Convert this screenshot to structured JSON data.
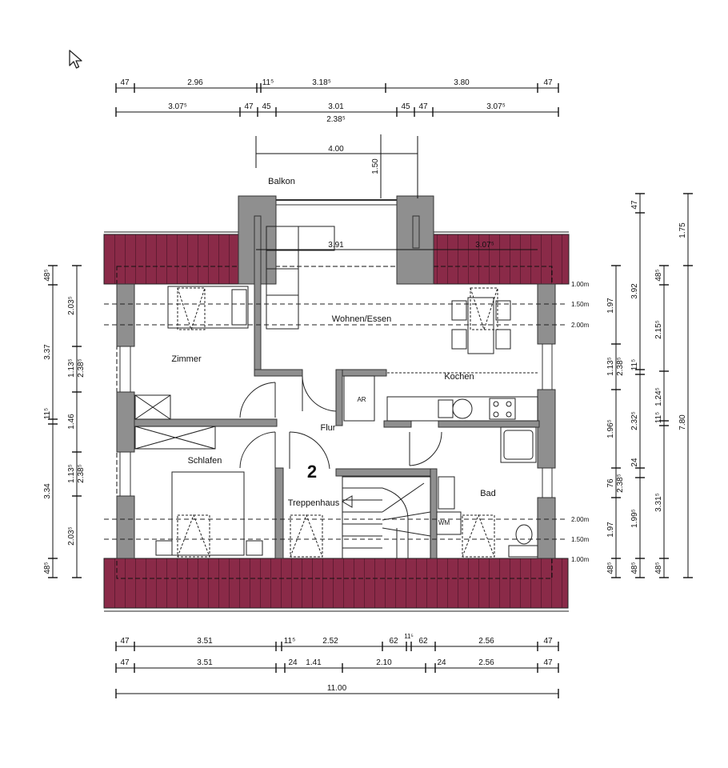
{
  "rooms": {
    "balkon": "Balkon",
    "wohnen": "Wohnen/Essen",
    "zimmer": "Zimmer",
    "kochen": "Kochen",
    "ar": "AR",
    "flur": "Flur",
    "schlafen": "Schlafen",
    "treppenhaus": "Treppenhaus",
    "bad": "Bad",
    "wm": "WM",
    "stair_number": "2"
  },
  "levels": {
    "l1": "1.00m",
    "l2": "1.50m",
    "l3": "2.00m",
    "r1": "2.00m",
    "r2": "1.50m",
    "r3": "1.00m"
  },
  "dims_top": {
    "row1": [
      "47",
      "2.96",
      "11⁵",
      "3.18⁵",
      "3.80",
      "47"
    ],
    "row2": [
      "3.07⁵",
      "47",
      "45",
      "3.01",
      "45",
      "47",
      "3.07⁵"
    ],
    "row2_sub": "2.38⁵",
    "balcony_w": "4.00",
    "balcony_d": "1.50",
    "inner_w": "3.91",
    "inner_r": "3.07⁵"
  },
  "dims_bottom": {
    "row1": [
      "47",
      "3.51",
      "11⁵",
      "2.52",
      "62",
      "11⁵",
      "62",
      "2.56",
      "47"
    ],
    "row2": [
      "47",
      "3.51",
      "24",
      "1.41",
      "2.10",
      "24",
      "2.56",
      "47"
    ],
    "total": "11.00"
  },
  "dims_left": {
    "outer": [
      "48⁵",
      "3.37",
      "11⁵",
      "1.46",
      "3.34",
      "48⁵"
    ],
    "inner": [
      "2.03⁵",
      "1.13⁵",
      "2.38⁵",
      "1.13⁵",
      "2.38⁵",
      "2.03⁵"
    ]
  },
  "dims_right": {
    "c1": [
      "1.97",
      "1.13⁵",
      "2.38⁵",
      "1.96⁵",
      "76",
      "2.38⁵",
      "1.97",
      "48⁵"
    ],
    "c2": [
      "3.92",
      "11⁵",
      "2.32⁵",
      "24",
      "1.99⁵",
      "48⁵"
    ],
    "c3": [
      "48⁵",
      "2.15⁵",
      "1.24⁵",
      "11⁵",
      "3.31⁵",
      "48⁵"
    ],
    "c4": [
      "47",
      "1.75",
      "7.80"
    ]
  },
  "colors": {
    "roof": "#8a2a48",
    "wall": "#8f8f8f",
    "line": "#111111"
  },
  "icons": {
    "cursor": "mouse-pointer-icon"
  }
}
